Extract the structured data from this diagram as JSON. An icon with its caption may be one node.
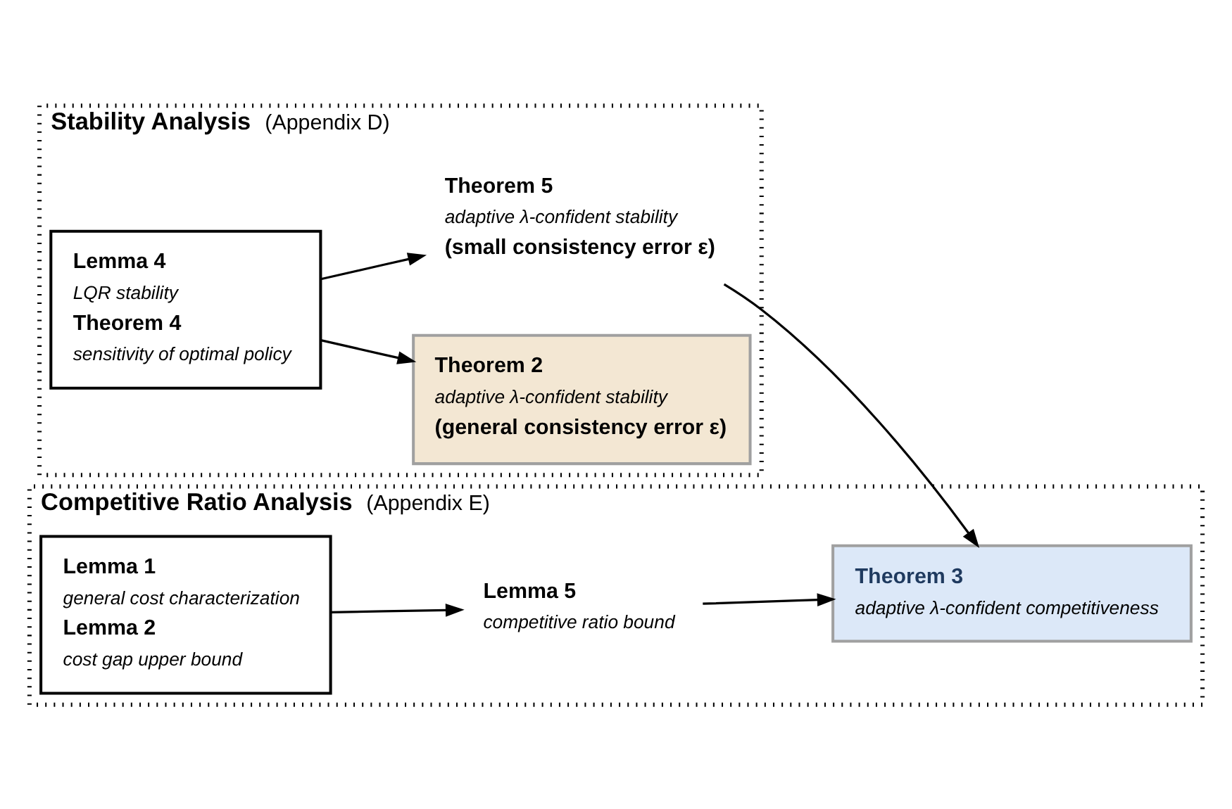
{
  "diagram": {
    "nodes": [
      {
        "text": [
          "Stability Analysis",
          "(Appendix D)"
        ]
      },
      {
        "text": [
          "Lemma 4",
          "LQR stability",
          "Theorem 4",
          "sensitivity of optimal policy"
        ],
        "in": 0
      },
      {
        "text": [
          "Theorem 2",
          "adaptive λ-confident stability",
          "(general consistency error ε)"
        ],
        "in": 0
      },
      {
        "text": [
          "Theorem 5",
          "adaptive λ-confident stability",
          "(small consistency error ε)"
        ],
        "in": 0
      },
      {
        "text": [
          "Competitive Ratio Analysis",
          "(Appendix E)"
        ]
      },
      {
        "text": [
          "Lemma 1",
          "general cost characterization",
          "Lemma 2",
          "cost gap upper bound"
        ],
        "in": 4
      },
      {
        "text": [
          "Lemma 5",
          "competitive ratio bound"
        ],
        "in": 4
      },
      {
        "text": [
          "Theorem 3",
          "adaptive λ-confident competitiveness"
        ],
        "in": 4
      }
    ],
    "edges": [
      {
        "from": 1,
        "to": 2,
        "arrow": "to"
      },
      {
        "from": 1,
        "to": 3,
        "arrow": "to"
      },
      {
        "from": 3,
        "to": 7,
        "arrow": "to"
      },
      {
        "from": 5,
        "to": 6,
        "arrow": "to"
      },
      {
        "from": 6,
        "to": 7,
        "arrow": "to"
      }
    ]
  }
}
